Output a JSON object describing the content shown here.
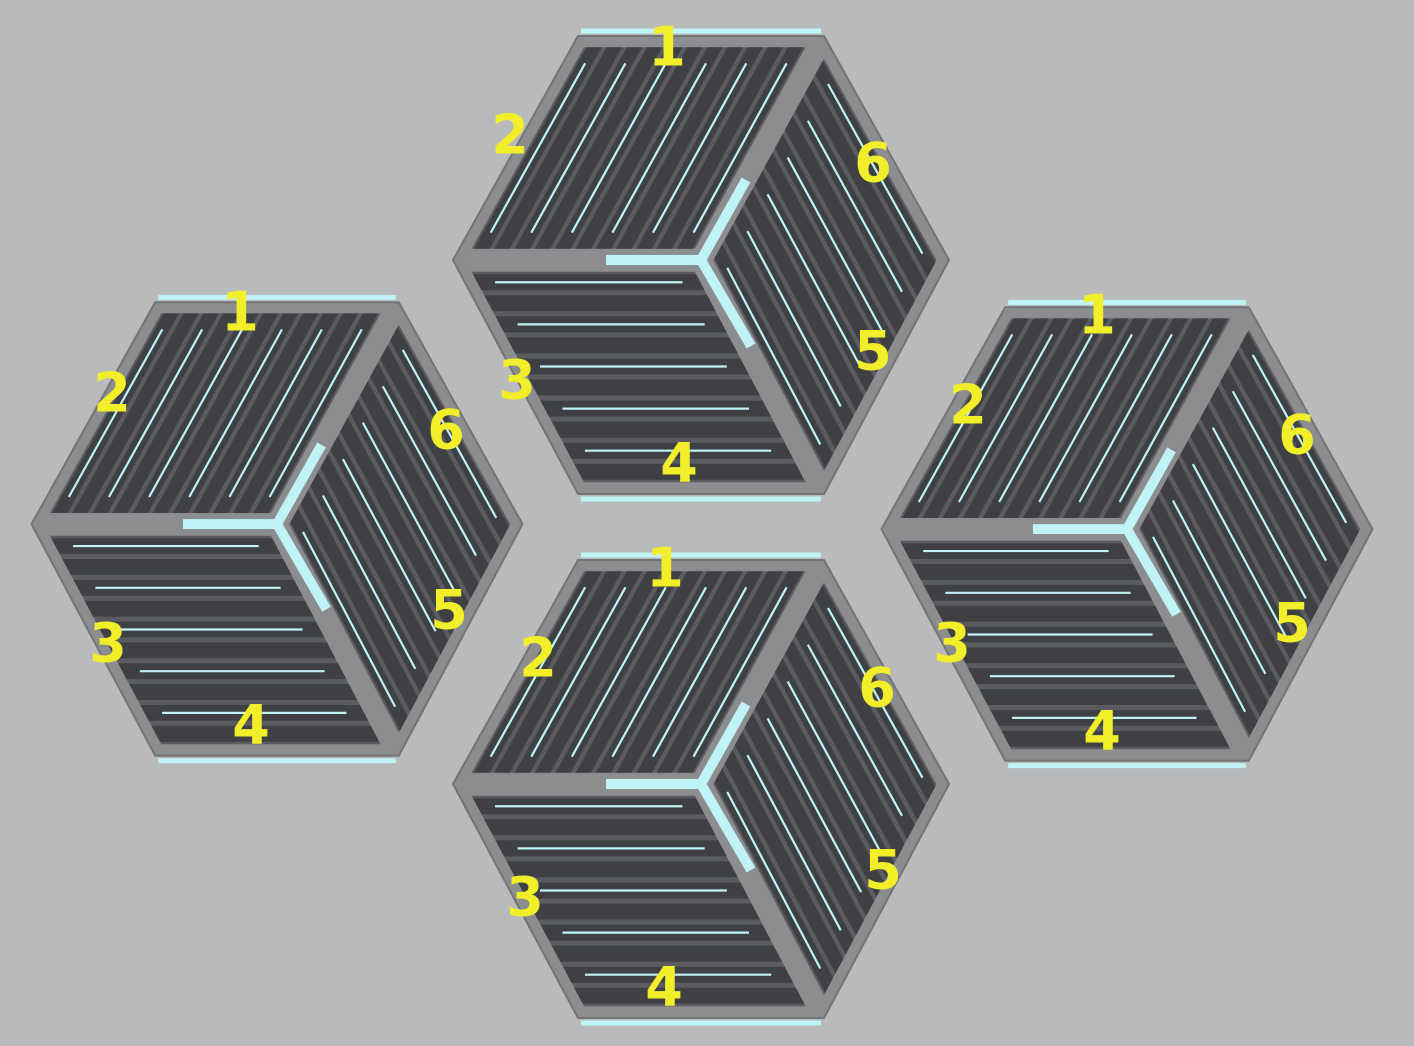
{
  "diagram": {
    "background": "#b9babb",
    "frame_color": "#8c8d8f",
    "frame_dark": "#737476",
    "slot_color": "#3e4044",
    "highlight_color": "#bff3f6",
    "label_color": "#f2ee2a",
    "cubes": [
      {
        "id": "top",
        "labels": [
          "1",
          "2",
          "3",
          "4",
          "5",
          "6"
        ]
      },
      {
        "id": "left",
        "labels": [
          "1",
          "2",
          "3",
          "4",
          "5",
          "6"
        ]
      },
      {
        "id": "right",
        "labels": [
          "1",
          "2",
          "3",
          "4",
          "5",
          "6"
        ]
      },
      {
        "id": "bottom",
        "labels": [
          "1",
          "2",
          "3",
          "4",
          "5",
          "6"
        ]
      }
    ]
  }
}
